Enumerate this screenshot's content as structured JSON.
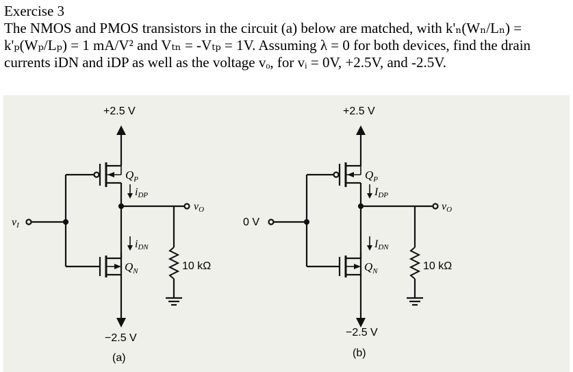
{
  "exercise": {
    "title": "Exercise 3",
    "statement_lines": [
      "The NMOS and PMOS transistors in the circuit (a) below are matched, with k'ₙ(Wₙ/Lₙ) =",
      "k'ₚ(Wₚ/Lₚ) = 1 mA/V² and Vₜₙ = -Vₜₚ = 1V. Assuming λ = 0 for both devices, find the drain",
      "currents iDN and iDP as well as the voltage vₒ, for vᵢ = 0V, +2.5V, and -2.5V."
    ]
  },
  "figure": {
    "circuit_a": {
      "vdd": "+2.5 V",
      "vss": "−2.5 V",
      "pmos": "Q",
      "pmos_sub": "P",
      "nmos": "Q",
      "nmos_sub": "N",
      "idp": "i",
      "idp_sub": "DP",
      "idn": "i",
      "idn_sub": "DN",
      "input": "v",
      "input_sub": "I",
      "output": "v",
      "output_sub": "O",
      "resistor": "10 kΩ",
      "caption": "(a)"
    },
    "circuit_b": {
      "vdd": "+2.5 V",
      "vss": "−2.5 V",
      "pmos": "Q",
      "pmos_sub": "P",
      "nmos": "Q",
      "nmos_sub": "N",
      "idp": "I",
      "idp_sub": "DP",
      "idn": "I",
      "idn_sub": "DN",
      "input": "0 V",
      "output": "v",
      "output_sub": "O",
      "resistor": "10 kΩ",
      "caption": "(b)"
    }
  }
}
